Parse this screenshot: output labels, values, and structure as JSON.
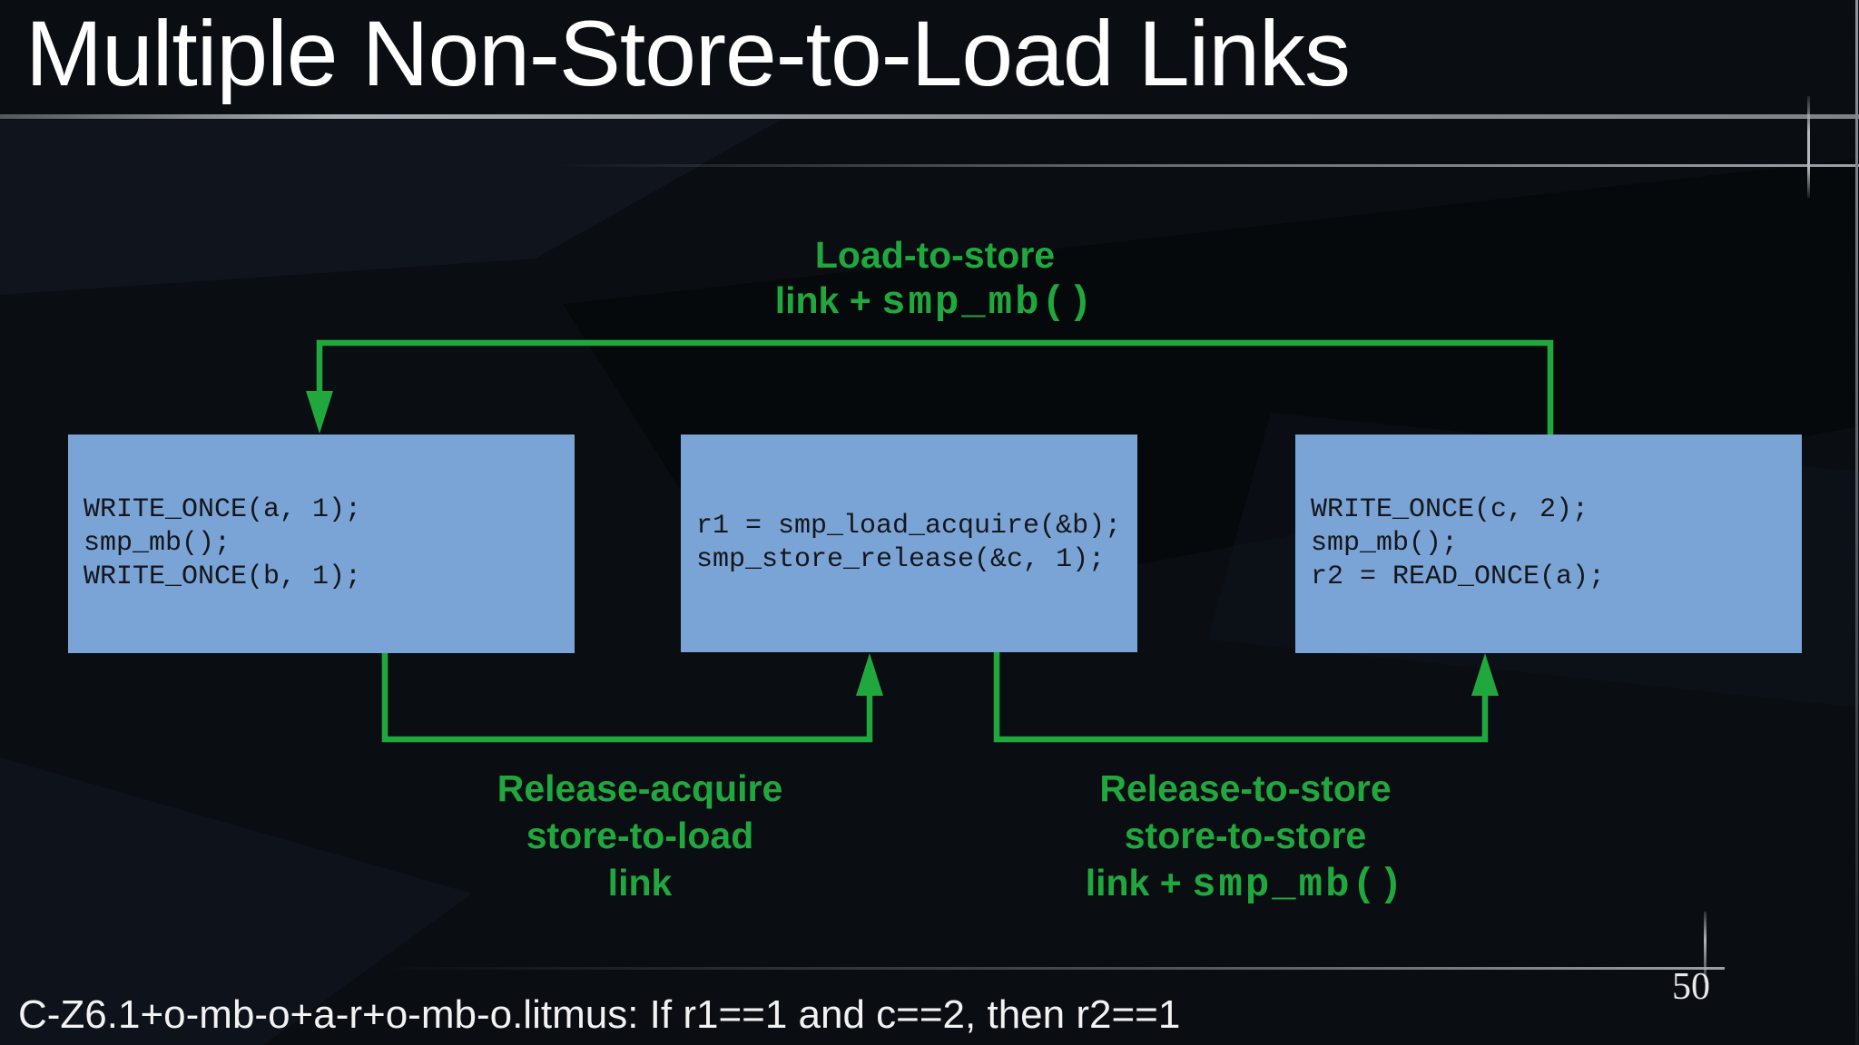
{
  "slide": {
    "title": "Multiple Non-Store-to-Load Links",
    "page_number": "50",
    "footer": "C-Z6.1+o-mb-o+a-r+o-mb-o.litmus: If r1==1 and c==2, then r2==1"
  },
  "colors": {
    "bg": "#0a0d12",
    "accent-green": "#20a83e",
    "box-blue": "#7ba4d6",
    "box-text": "#14161c",
    "title-text": "#ffffff",
    "footer-text": "#f2f2f2"
  },
  "diagram": {
    "boxes": [
      {
        "name": "writer-a-b",
        "lines": [
          "WRITE_ONCE(a, 1);",
          "smp_mb();",
          "WRITE_ONCE(b, 1);"
        ]
      },
      {
        "name": "acquire-release",
        "lines": [
          "r1 = smp_load_acquire(&b);",
          "smp_store_release(&c, 1);"
        ]
      },
      {
        "name": "writer-c-reader-a",
        "lines": [
          "WRITE_ONCE(c, 2);",
          "smp_mb();",
          "r2 = READ_ONCE(a);"
        ]
      }
    ],
    "labels": {
      "top": {
        "line1": "Load-to-store",
        "line2_prefix": "link + ",
        "line2_code": "smp_mb()"
      },
      "bottom_left": {
        "line1": "Release-acquire",
        "line2": "store-to-load",
        "line3": "link"
      },
      "bottom_right": {
        "line1": "Release-to-store",
        "line2": "store-to-store",
        "line3_prefix": "link + ",
        "line3_code": "smp_mb()"
      }
    }
  }
}
